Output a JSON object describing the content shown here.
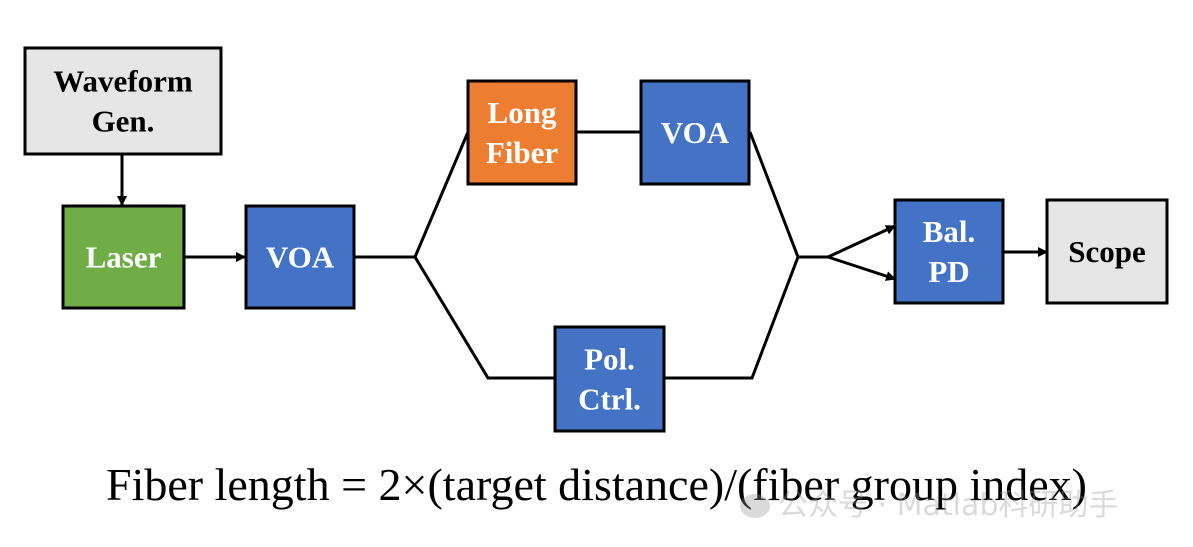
{
  "colors": {
    "gray_box": "#e6e6e6",
    "green_box": "#70ad47",
    "blue_box": "#4472c4",
    "orange_box": "#ed7d31",
    "dark_text": "#000000",
    "light_text": "#ffffff",
    "line": "#000000"
  },
  "nodes": {
    "waveform_gen": {
      "lines": [
        "Waveform",
        "Gen."
      ]
    },
    "laser": {
      "lines": [
        "Laser"
      ]
    },
    "voa_input": {
      "lines": [
        "VOA"
      ]
    },
    "long_fiber": {
      "lines": [
        "Long",
        "Fiber"
      ]
    },
    "voa_upper": {
      "lines": [
        "VOA"
      ]
    },
    "pol_ctrl": {
      "lines": [
        "Pol.",
        "Ctrl."
      ]
    },
    "bal_pd": {
      "lines": [
        "Bal.",
        "PD"
      ]
    },
    "scope": {
      "lines": [
        "Scope"
      ]
    }
  },
  "formula": "Fiber length = 2×(target distance)/(fiber group index)",
  "watermark": {
    "icon": "wechat-logo-icon",
    "text": "公众号 · Matlab科研助手"
  }
}
